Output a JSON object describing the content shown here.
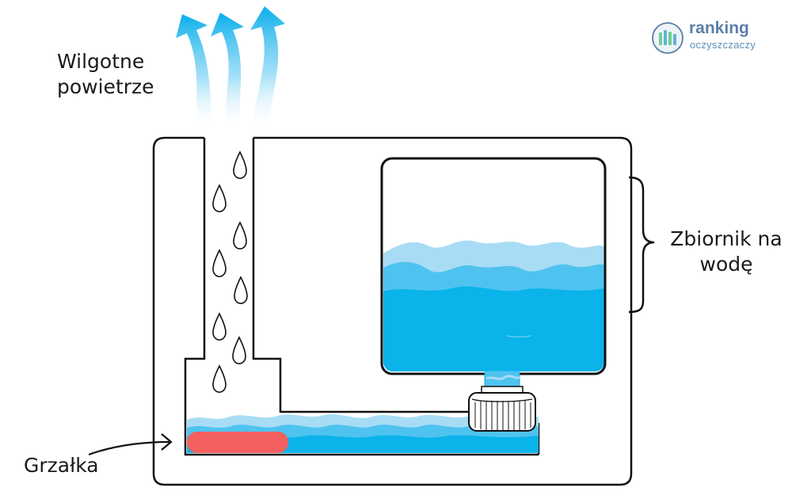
{
  "labels": {
    "humid_air_line1": "Wilgotne",
    "humid_air_line2": "powietrze",
    "tank_line1": "Zbiornik na",
    "tank_line2": "wodę",
    "heater": "Grzałka"
  },
  "logo": {
    "title": "ranking",
    "subtitle": "oczyszczaczy"
  },
  "colors": {
    "outline": "#111111",
    "water_light": "#a8dcf5",
    "water_mid": "#4fc3ef",
    "water_deep": "#0ab3ea",
    "heater": "#f4605f",
    "steam_arrow": "#0aaeea",
    "logo": "#5b7fa8"
  },
  "icons": [
    "steam-arrow-icon",
    "water-droplet-icon",
    "heater-element-icon",
    "logo-circle-icon"
  ]
}
